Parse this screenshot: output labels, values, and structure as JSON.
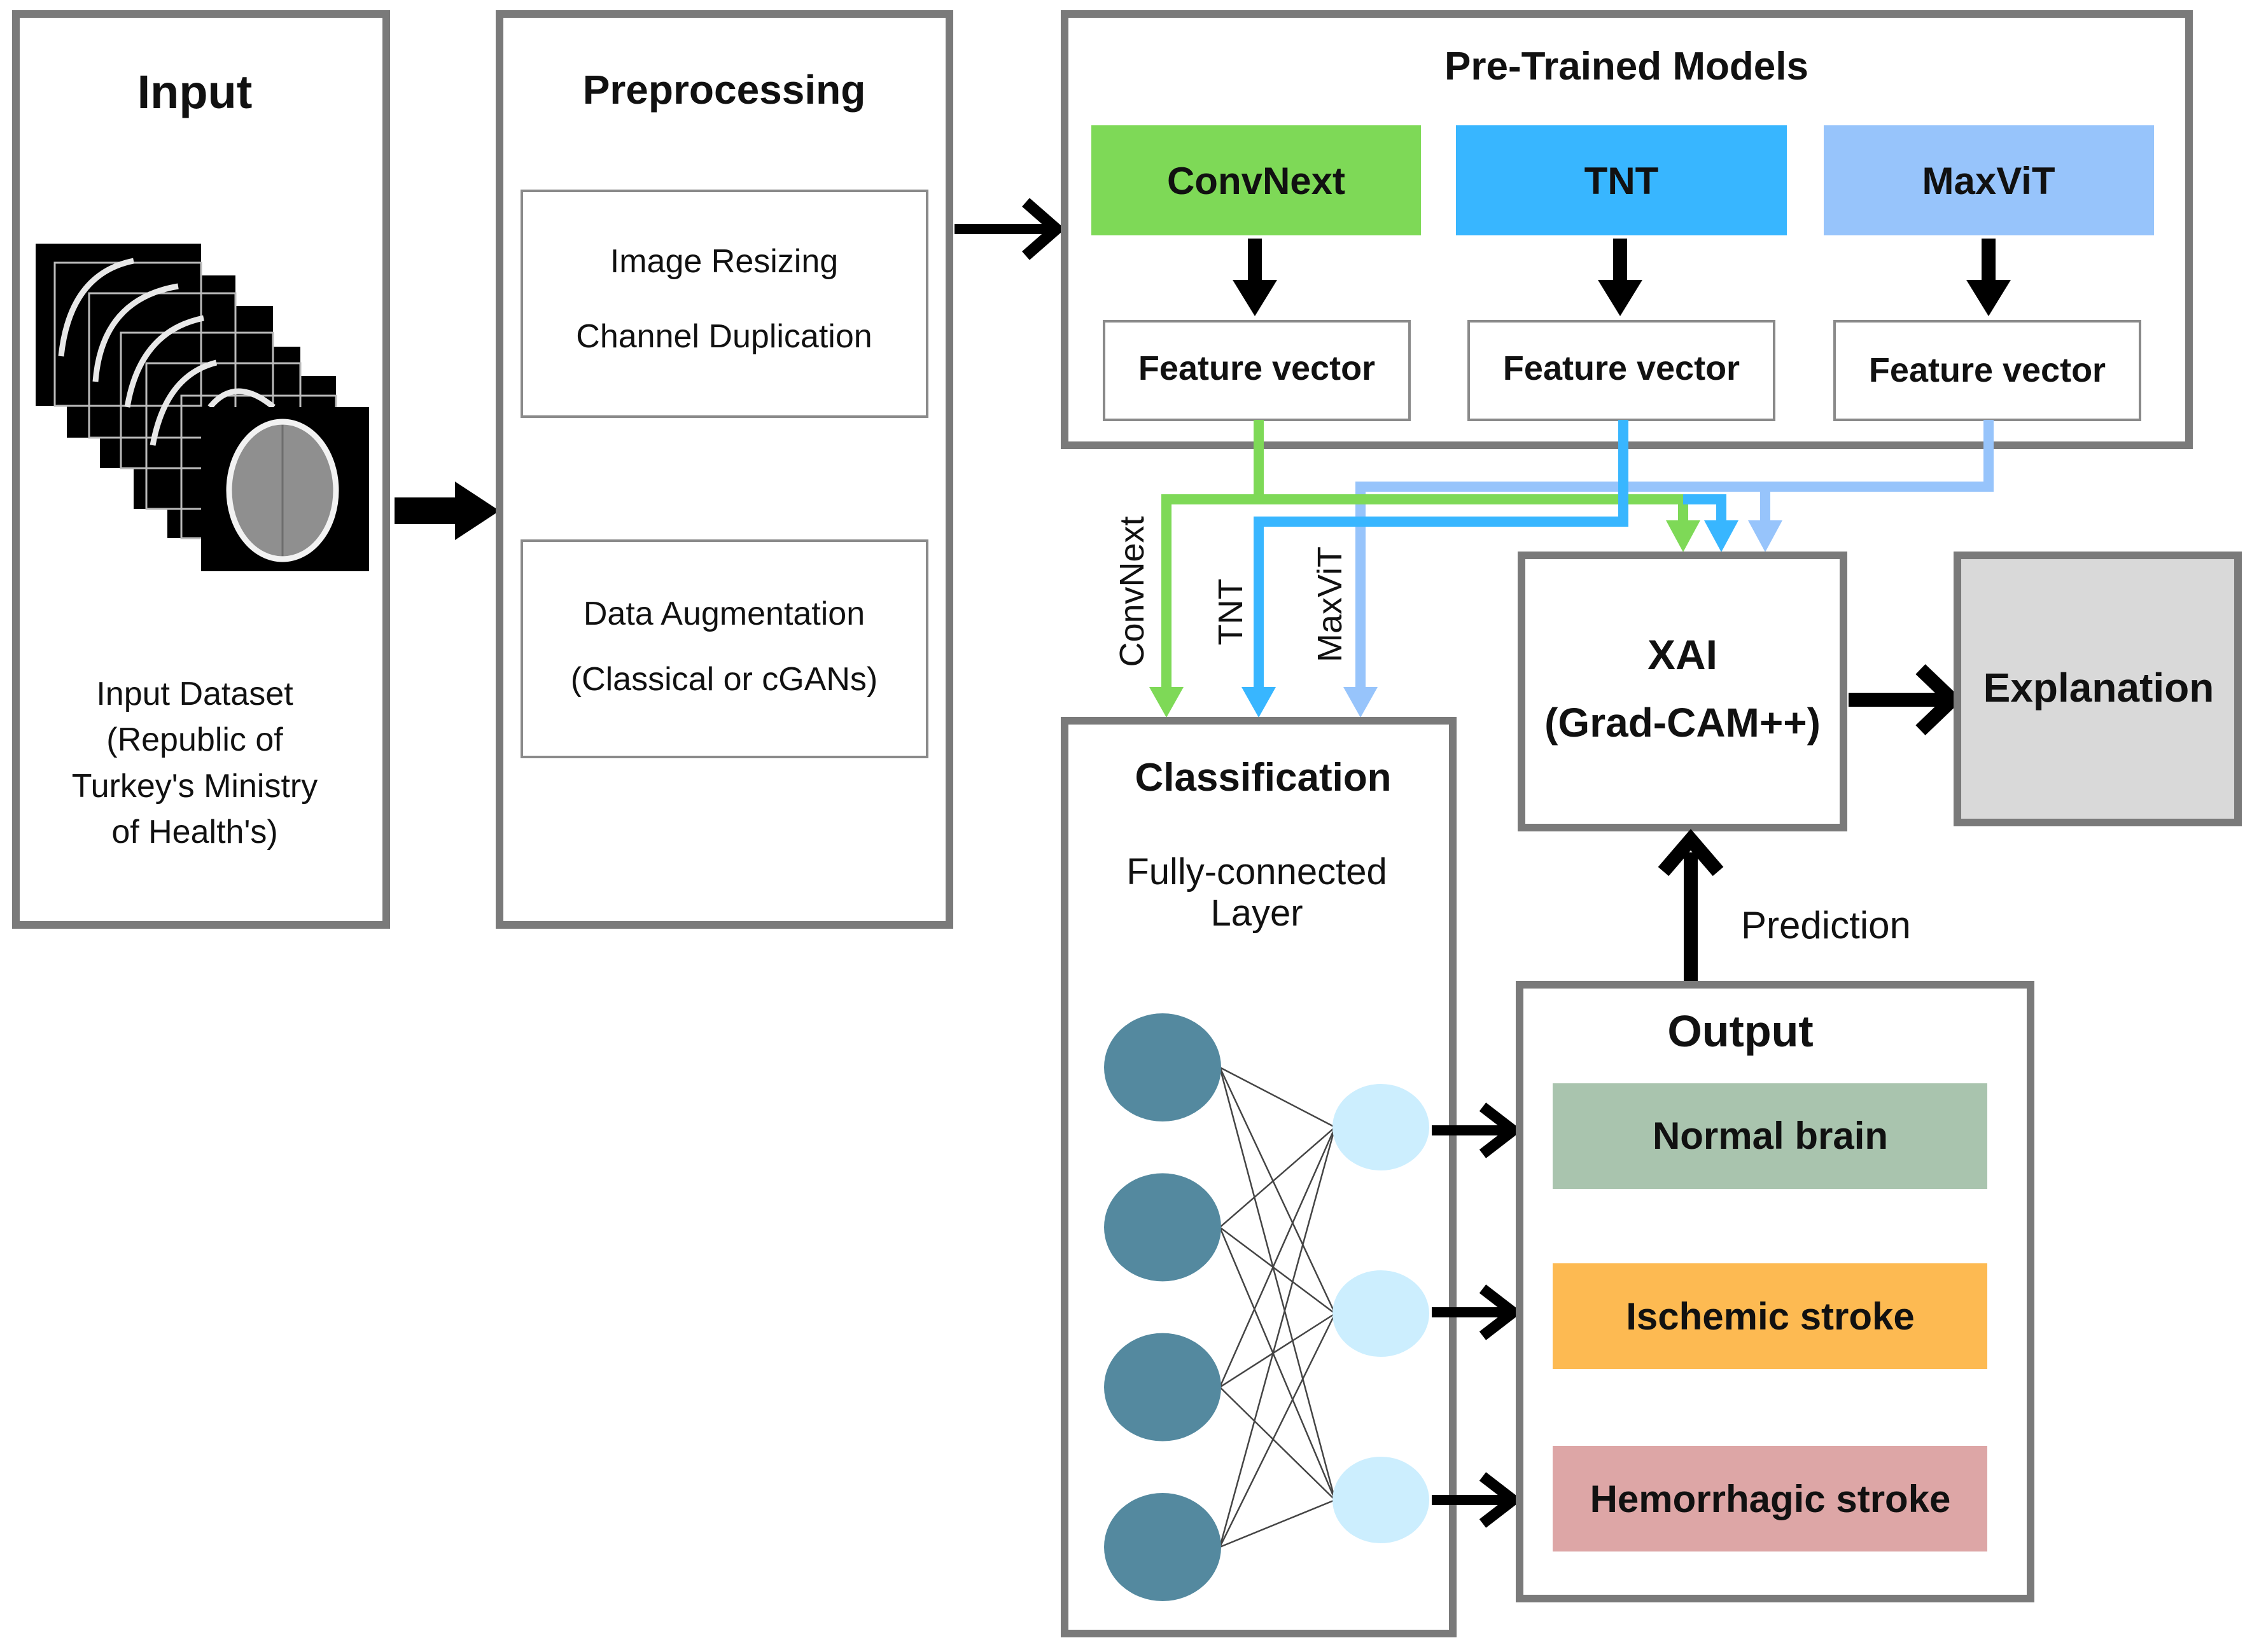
{
  "diagram": {
    "input": {
      "title": "Input",
      "caption_lines": [
        "Input Dataset",
        "(Republic of",
        "Turkey's Ministry",
        "of Health's)"
      ],
      "image_icon": "ct-scan-stack"
    },
    "preprocessing": {
      "title": "Preprocessing",
      "step1_lines": [
        "Image Resizing",
        "Channel Duplication"
      ],
      "step2_lines": [
        "Data Augmentation",
        "(Classical or cGANs)"
      ]
    },
    "pretrained": {
      "title": "Pre-Trained Models",
      "models": [
        {
          "name": "ConvNext",
          "color": "#7ED957",
          "feature_label": "Feature vector"
        },
        {
          "name": "TNT",
          "color": "#38B6FF",
          "feature_label": "Feature vector"
        },
        {
          "name": "MaxViT",
          "color": "#97C4FB",
          "feature_label": "Feature vector"
        }
      ]
    },
    "wire_labels": [
      "ConvNext",
      "TNT",
      "MaxViT"
    ],
    "classification": {
      "title": "Classification",
      "subtitle_lines": [
        "Fully-connected",
        "Layer"
      ],
      "input_neurons": 4,
      "output_neurons": 3,
      "input_neuron_color": "#54899F",
      "output_neuron_color": "#CCEEFE"
    },
    "xai": {
      "title_lines": [
        "XAI",
        "(Grad-CAM++)"
      ]
    },
    "explanation": {
      "label": "Explanation",
      "color": "#D9D9D9"
    },
    "prediction_label": "Prediction",
    "output": {
      "title": "Output",
      "classes": [
        {
          "label": "Normal brain",
          "color": "#A9C4AE"
        },
        {
          "label": "Ischemic stroke",
          "color": "#FDBA52"
        },
        {
          "label": "Hemorrhagic stroke",
          "color": "#DDA6A6"
        }
      ]
    }
  }
}
